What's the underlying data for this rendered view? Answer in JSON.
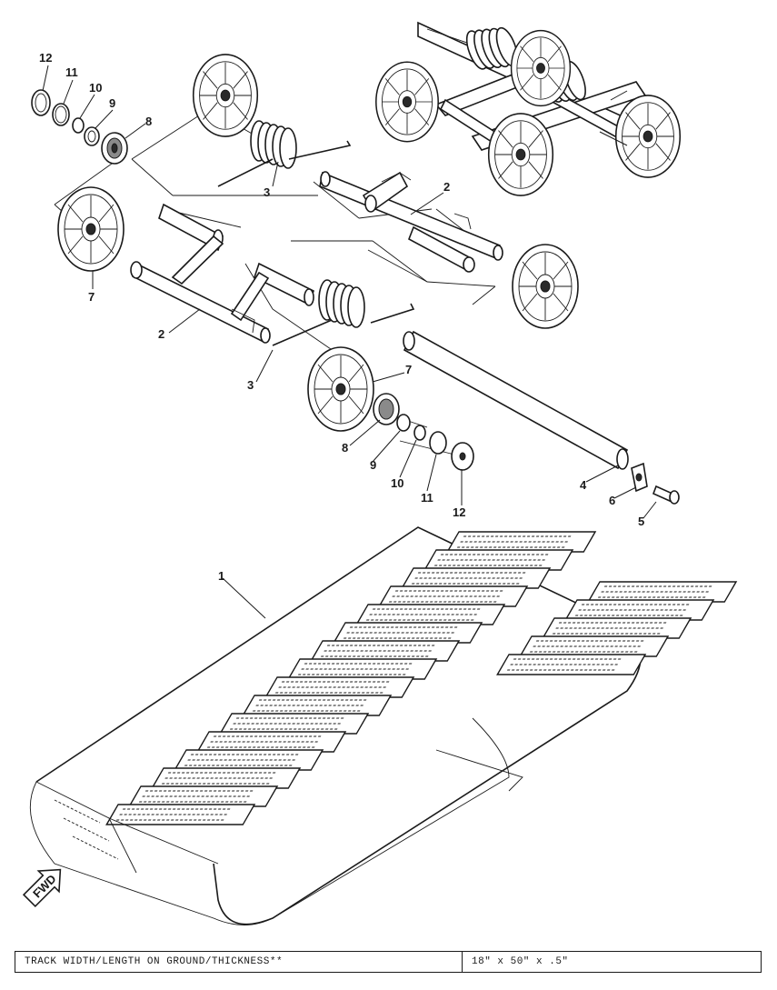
{
  "callouts": {
    "c1": "1",
    "c2a": "2",
    "c2b": "2",
    "c3a": "3",
    "c3b": "3",
    "c4": "4",
    "c5": "5",
    "c6": "6",
    "c7a": "7",
    "c7b": "7",
    "c8a": "8",
    "c8b": "8",
    "c9a": "9",
    "c9b": "9",
    "c10a": "10",
    "c10b": "10",
    "c11a": "11",
    "c11b": "11",
    "c12a": "12",
    "c12b": "12"
  },
  "fwd_label": "FWD",
  "spec": {
    "label": "TRACK WIDTH/LENGTH ON GROUND/THICKNESS**",
    "value": "18\" x 50\" x .5\""
  }
}
